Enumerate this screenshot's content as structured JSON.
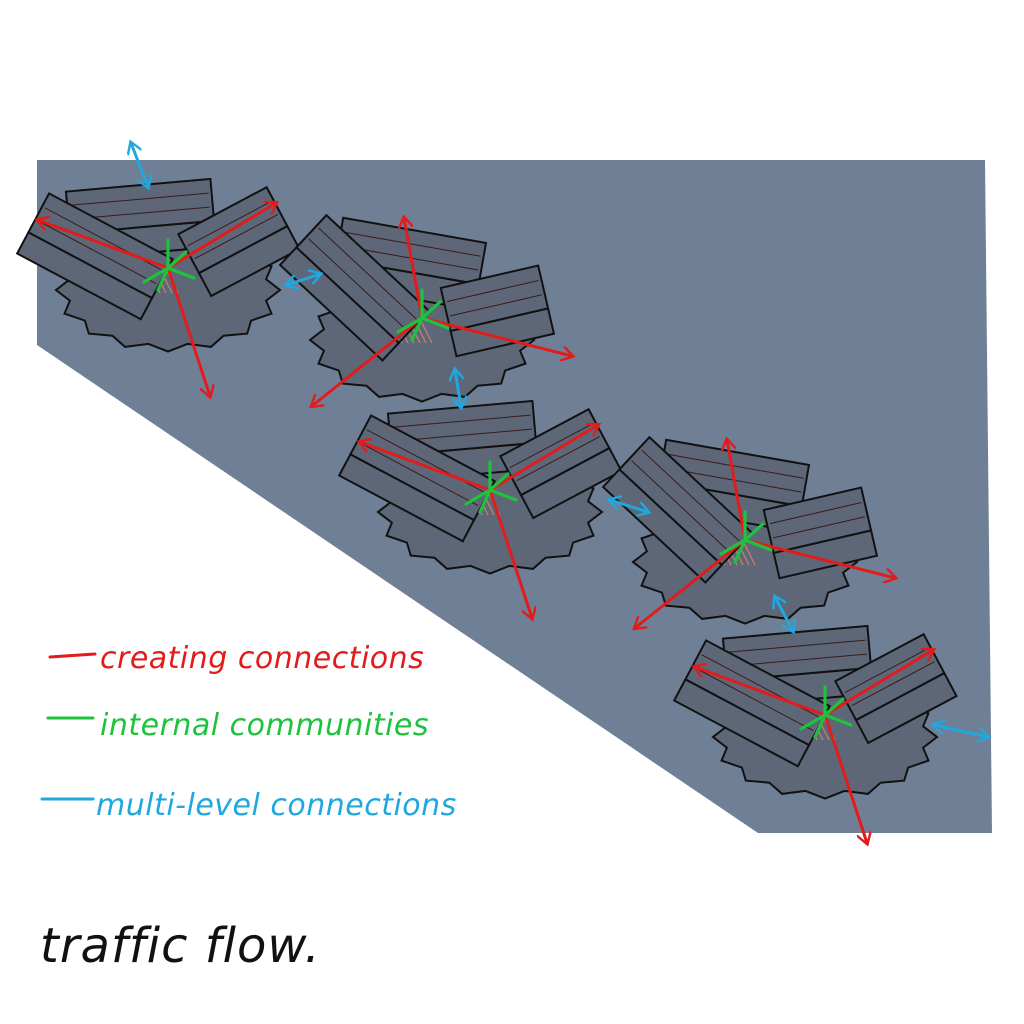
{
  "colors": {
    "background": "#ffffff",
    "site": "#6f8096",
    "block_fill": "#5d6778",
    "outline": "#111111",
    "creating": "#e31b1b",
    "internal": "#1fc23d",
    "multilevel": "#1fa8e0",
    "courtyard": "#e0876a"
  },
  "legend": [
    {
      "key": "creating",
      "label": "creating connections",
      "icon": "red-line"
    },
    {
      "key": "internal",
      "label": "internal communities",
      "icon": "green-line"
    },
    {
      "key": "multilevel",
      "label": "multi-level connections",
      "icon": "blue-line"
    }
  ],
  "title": "traffic flow.",
  "clusters": [
    "cluster-1",
    "cluster-2",
    "cluster-3",
    "cluster-4",
    "cluster-5"
  ]
}
